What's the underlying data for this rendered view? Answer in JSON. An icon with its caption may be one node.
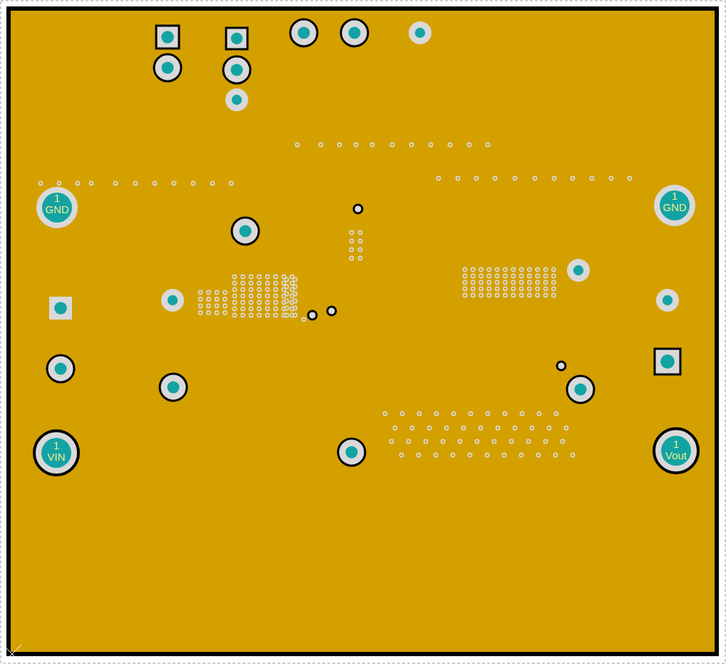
{
  "diagram": {
    "labels": [
      "1",
      "GND",
      "1",
      "GND",
      "1",
      "VIN",
      "1",
      "Vout"
    ]
  }
}
